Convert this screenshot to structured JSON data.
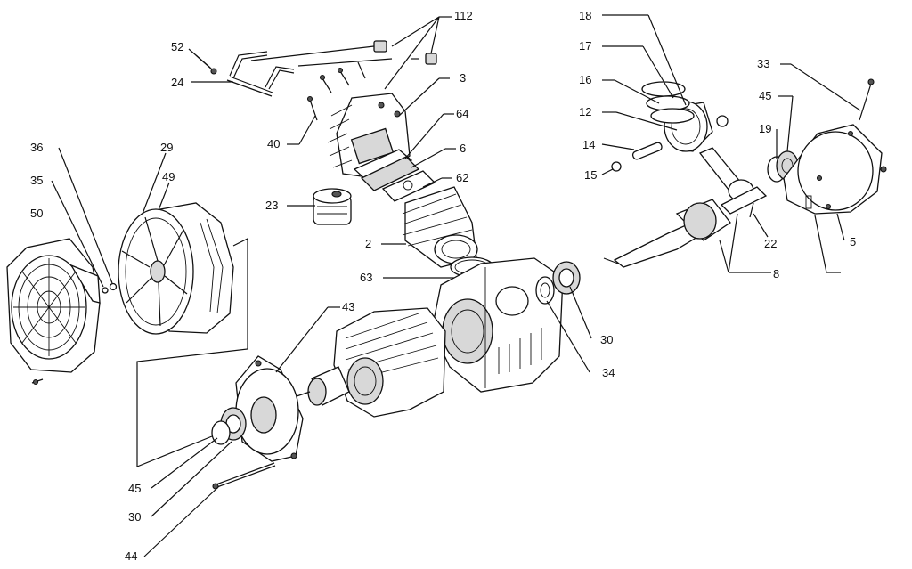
{
  "labels": {
    "l112": "112",
    "l52": "52",
    "l24": "24",
    "l3": "3",
    "l64": "64",
    "l40": "40",
    "l6": "6",
    "l62": "62",
    "l23": "23",
    "l2": "2",
    "l63": "63",
    "l36": "36",
    "l29": "29",
    "l49": "49",
    "l35": "35",
    "l50": "50",
    "l43": "43",
    "l45a": "45",
    "l30a": "30",
    "l44": "44",
    "l30b": "30",
    "l34": "34",
    "l18": "18",
    "l17": "17",
    "l16": "16",
    "l12": "12",
    "l14": "14",
    "l15": "15",
    "l33": "33",
    "l45b": "45",
    "l19": "19",
    "l22": "22",
    "l5": "5",
    "l8": "8"
  }
}
